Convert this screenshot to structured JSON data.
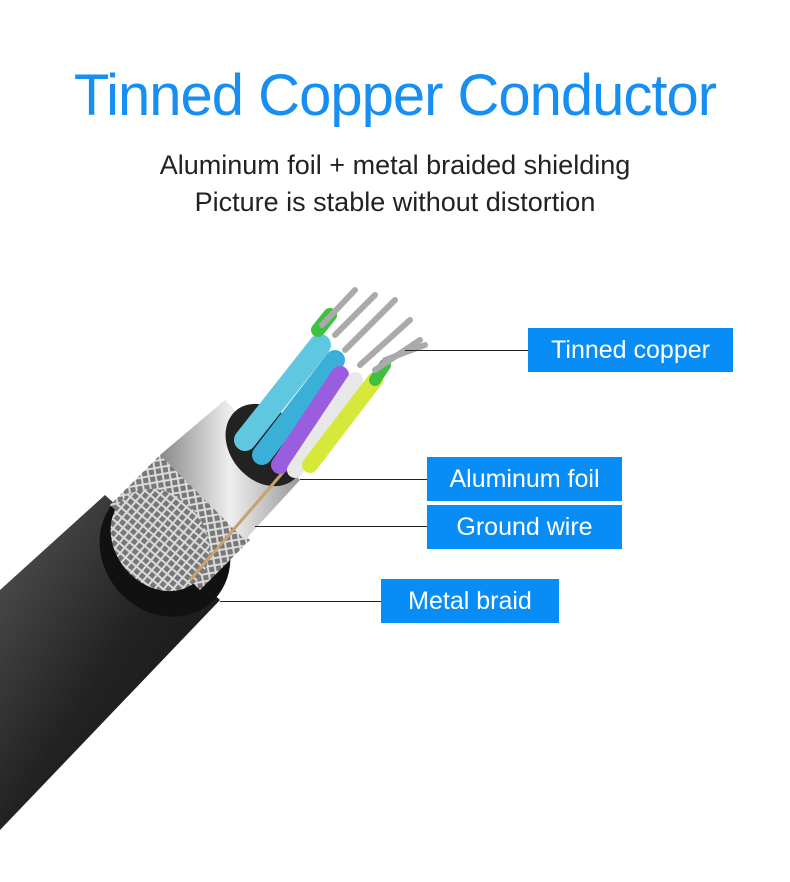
{
  "title": "Tinned Copper Conductor",
  "subtitle_lines": [
    "Aluminum foil + metal braided shielding",
    "Picture is stable without distortion"
  ],
  "labels": {
    "tinned_copper": "Tinned copper",
    "aluminum_foil": "Aluminum foil",
    "ground_wire": "Ground wire",
    "metal_braid": "Metal braid"
  },
  "colors": {
    "accent": "#088cf6",
    "title": "#168ef2"
  }
}
